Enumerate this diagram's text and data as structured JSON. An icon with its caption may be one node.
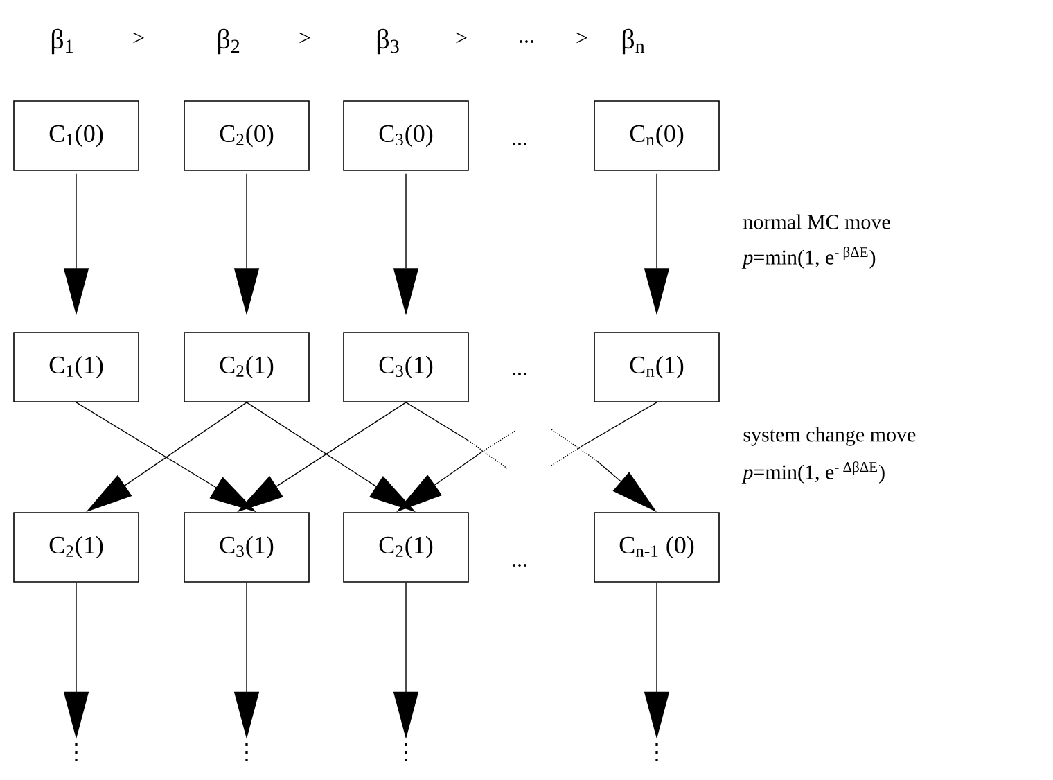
{
  "diagram": {
    "nodes": [
      {
        "text": [
          "C$_{1}$(0)"
        ]
      },
      {
        "text": [
          "C$_{2}$(0)"
        ]
      },
      {
        "text": [
          "C$_{3}$(0)"
        ]
      },
      {
        "text": [
          "C$_{n}$(0)"
        ]
      },
      {
        "text": [
          "C$_{1}$(1)"
        ]
      },
      {
        "text": [
          "C$_{2}$(1)"
        ]
      },
      {
        "text": [
          "C$_{3}$(1)"
        ]
      },
      {
        "text": [
          "C$_{n}$(1)"
        ]
      },
      {
        "text": [
          "C$_{2}$(1)"
        ]
      },
      {
        "text": [
          "C$_{3}$(1)"
        ]
      },
      {
        "text": [
          "C$_{2}$(1)"
        ]
      },
      {
        "text": [
          "C$_{n-1}$ (0)"
        ]
      },
      {
        "text": [
          "⋮"
        ]
      },
      {
        "text": [
          "⋮"
        ]
      },
      {
        "text": [
          "⋮"
        ]
      },
      {
        "text": [
          "⋮"
        ]
      }
    ],
    "edges": [
      {
        "from": 0,
        "to": 4,
        "arrow": "to"
      },
      {
        "from": 1,
        "to": 5,
        "arrow": "to"
      },
      {
        "from": 2,
        "to": 6,
        "arrow": "to"
      },
      {
        "from": 3,
        "to": 7,
        "arrow": "to"
      },
      {
        "from": 4,
        "to": 9,
        "arrow": "to"
      },
      {
        "from": 5,
        "to": 8,
        "arrow": "to"
      },
      {
        "from": 5,
        "to": 10,
        "arrow": "to"
      },
      {
        "from": 6,
        "to": 9,
        "arrow": "to"
      },
      {
        "from": 6,
        "to": null,
        "arrow": "none"
      },
      {
        "from": null,
        "to": 10,
        "arrow": "to"
      },
      {
        "from": 7,
        "to": null,
        "arrow": "none"
      },
      {
        "from": null,
        "to": 11,
        "arrow": "to"
      },
      {
        "from": 8,
        "to": 12,
        "arrow": "to"
      },
      {
        "from": 9,
        "to": 13,
        "arrow": "to"
      },
      {
        "from": 10,
        "to": 14,
        "arrow": "to"
      },
      {
        "from": 11,
        "to": 15,
        "arrow": "to"
      }
    ],
    "labels": [
      "β$_{1}$",
      ">",
      "β$_{2}$",
      ">",
      "β$_{3}$",
      ">",
      "...",
      ">",
      "β$_{n}$",
      "...",
      "normal MC move",
      "*p*=min(1, e$^{- βΔE}$)",
      "...",
      "system change move",
      "*p*=min(1, e$^{- ΔβΔE}$)",
      "..."
    ]
  }
}
